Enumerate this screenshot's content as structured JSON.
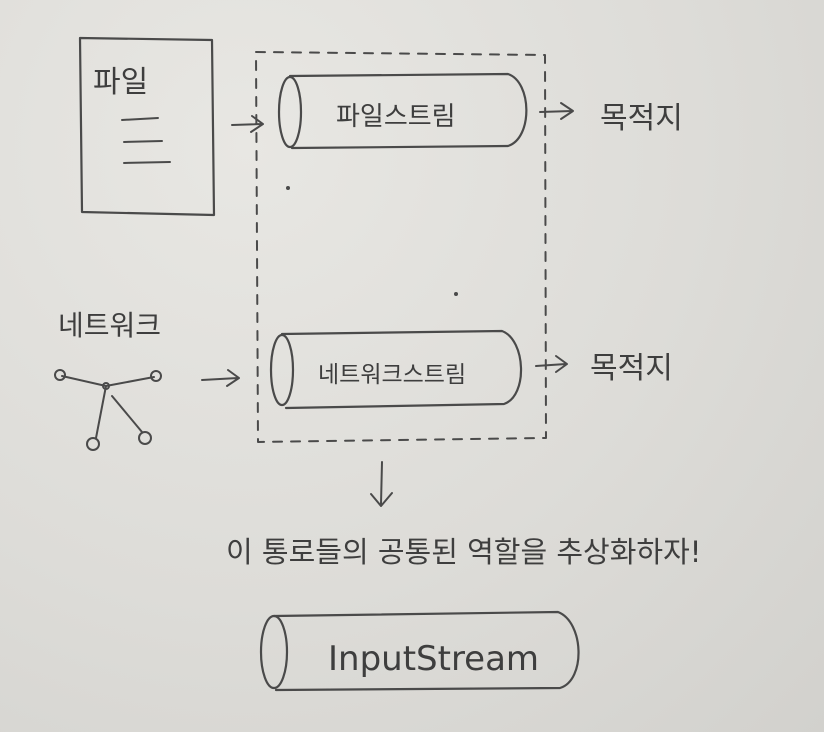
{
  "sources": {
    "file_label": "파일",
    "network_label": "네트워크"
  },
  "streams": {
    "file_stream": "파일스트림",
    "network_stream": "네트워크스트림",
    "abstract_stream": "InputStream"
  },
  "destinations": {
    "file_destination": "목적지",
    "network_destination": "목적지"
  },
  "caption": "이 통로들의 공통된 역할을 추상화하자!",
  "colors": {
    "paper": "#dddcd8",
    "pencil": "#4a4a4a"
  }
}
